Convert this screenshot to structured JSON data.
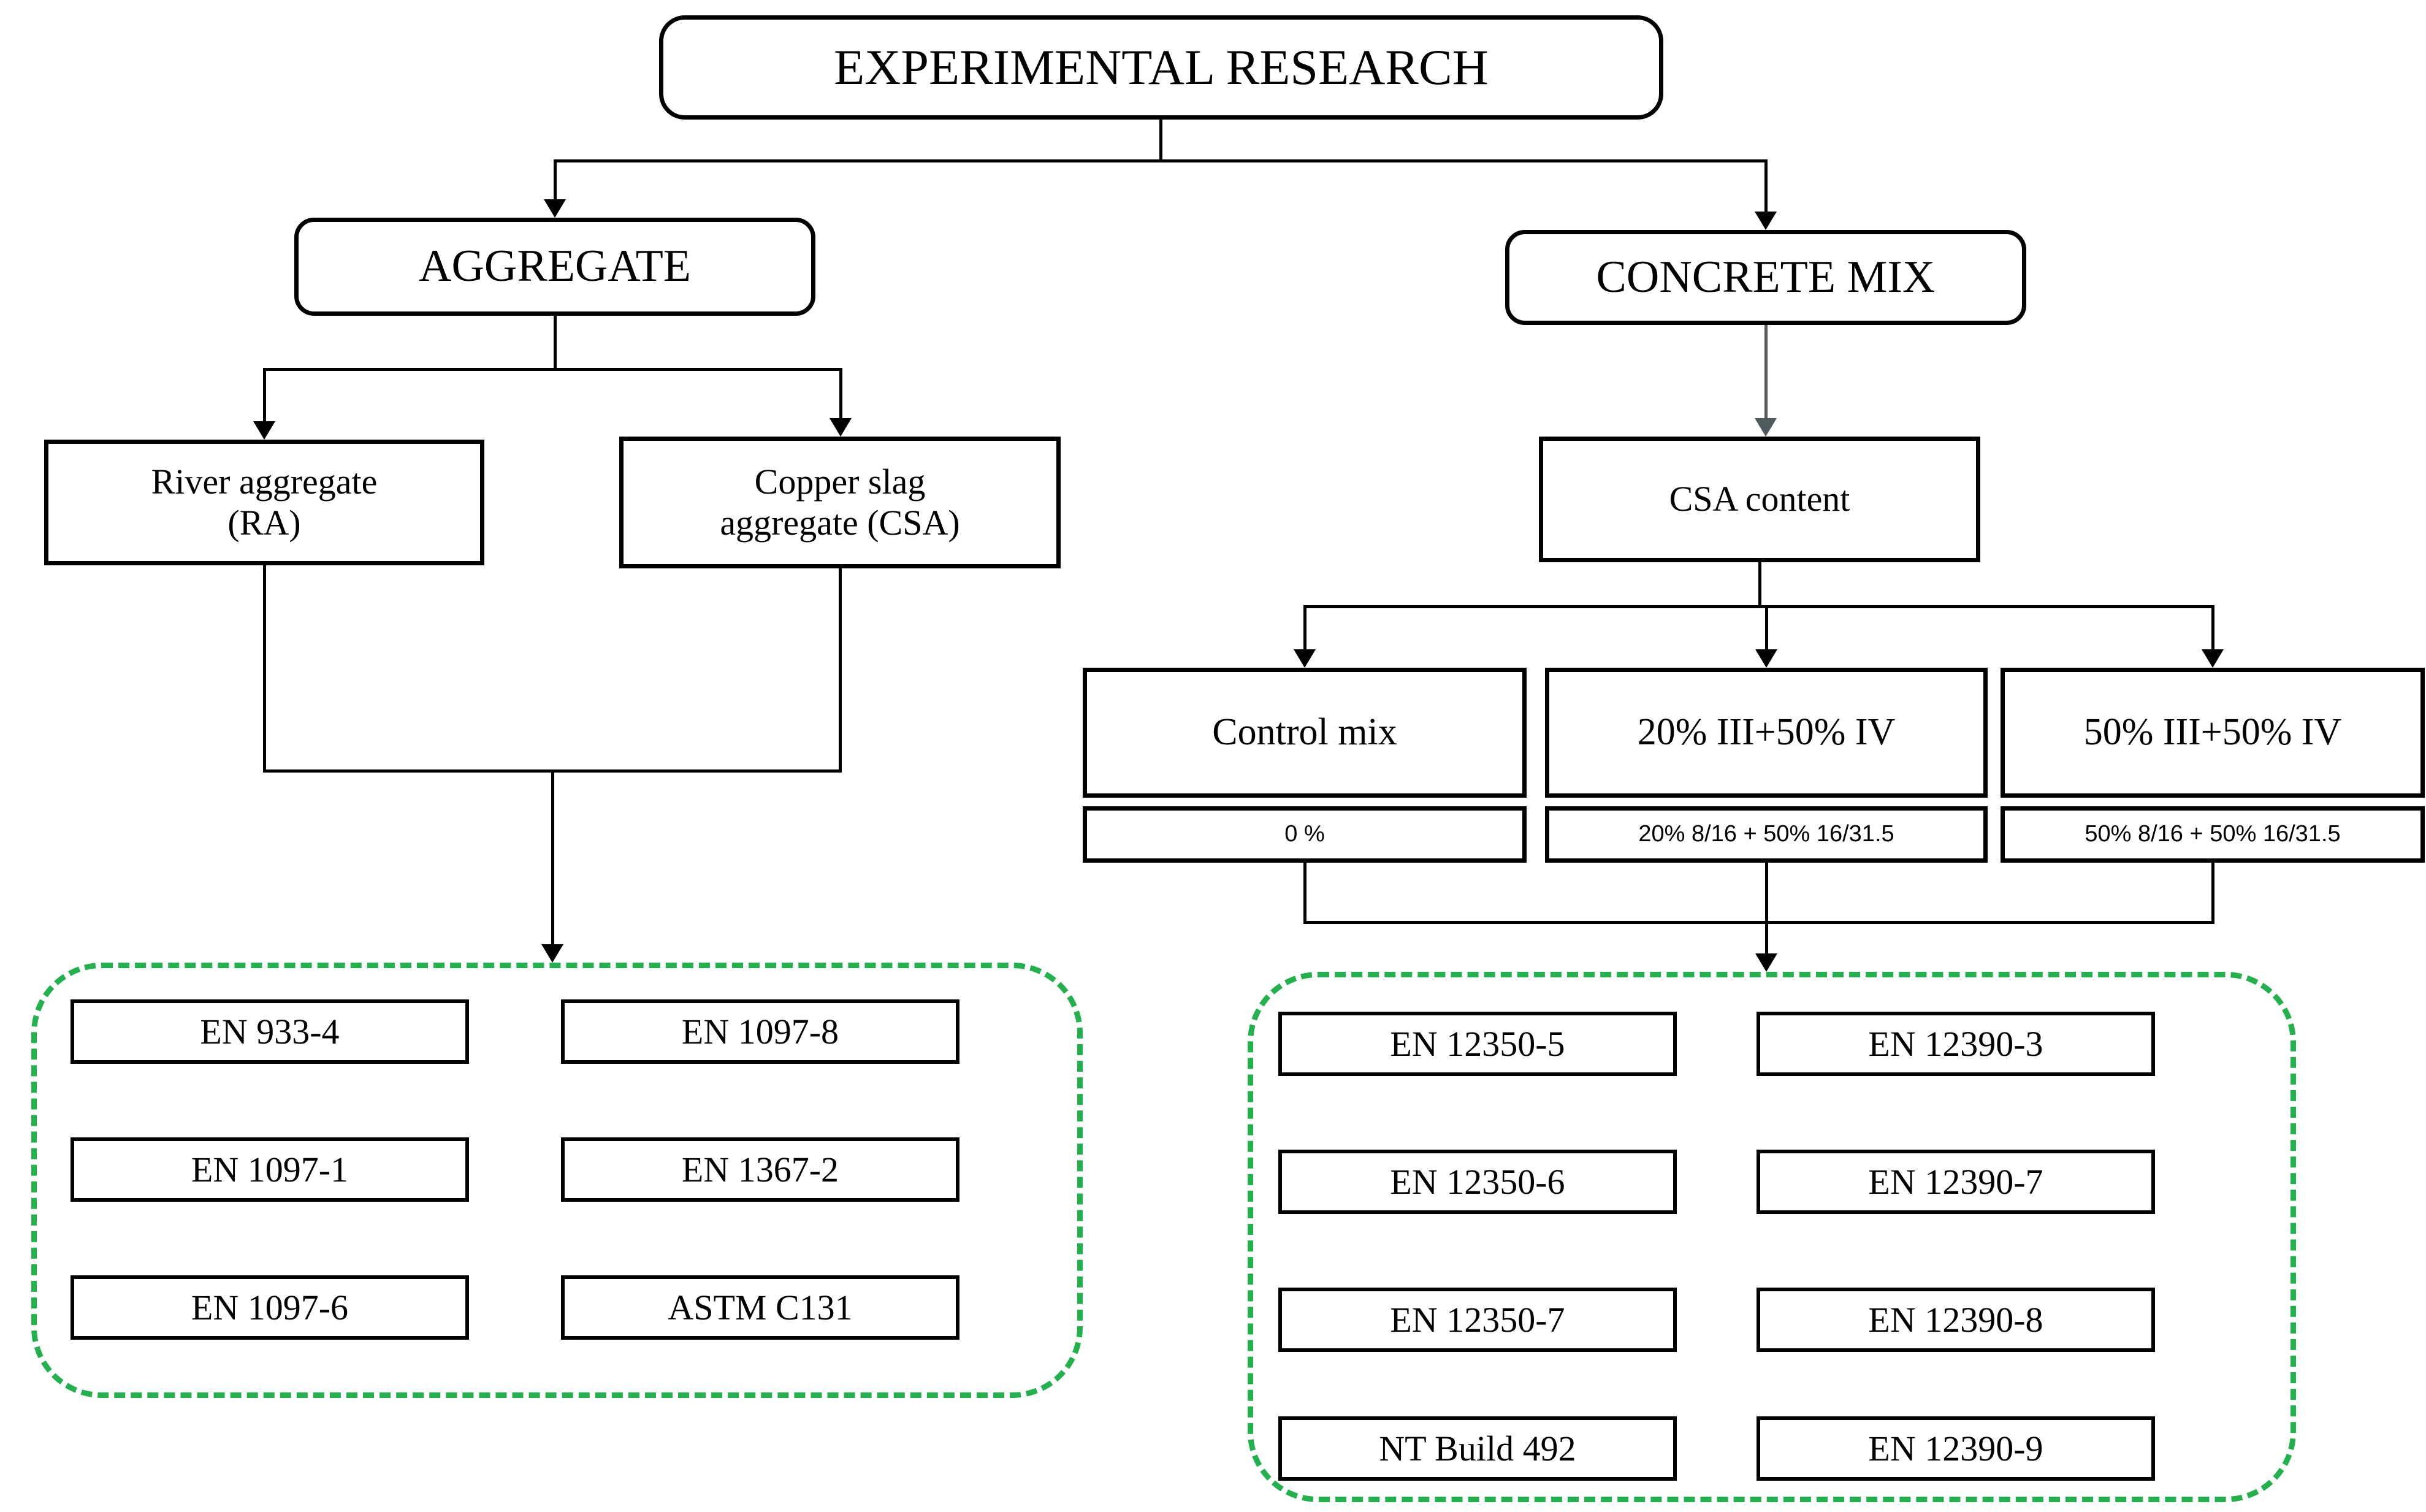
{
  "colors": {
    "accent_green": "#22B14C",
    "arrow_gray": "#50595B",
    "line_black": "#000000"
  },
  "root": {
    "label": "EXPERIMENTAL RESEARCH"
  },
  "aggregate": {
    "label": "AGGREGATE",
    "river": {
      "line1": "River aggregate",
      "line2": "(RA)"
    },
    "copper": {
      "line1": "Copper slag",
      "line2": "aggregate (CSA)"
    },
    "standards": [
      "EN 933-4",
      "EN 1097-8",
      "EN 1097-1",
      "EN 1367-2",
      "EN 1097-6",
      "ASTM C131"
    ]
  },
  "concrete": {
    "label": "CONCRETE MIX",
    "csa_content_label": "CSA content",
    "mixes": [
      {
        "title": "Control mix",
        "detail": "0 %"
      },
      {
        "title": "20% III+50% IV",
        "detail": "20% 8/16 + 50% 16/31.5"
      },
      {
        "title": "50% III+50% IV",
        "detail": "50% 8/16 + 50% 16/31.5"
      }
    ],
    "standards": [
      "EN 12350-5",
      "EN 12390-3",
      "EN 12350-6",
      "EN 12390-7",
      "EN 12350-7",
      "EN 12390-8",
      "NT Build 492",
      "EN 12390-9"
    ]
  }
}
